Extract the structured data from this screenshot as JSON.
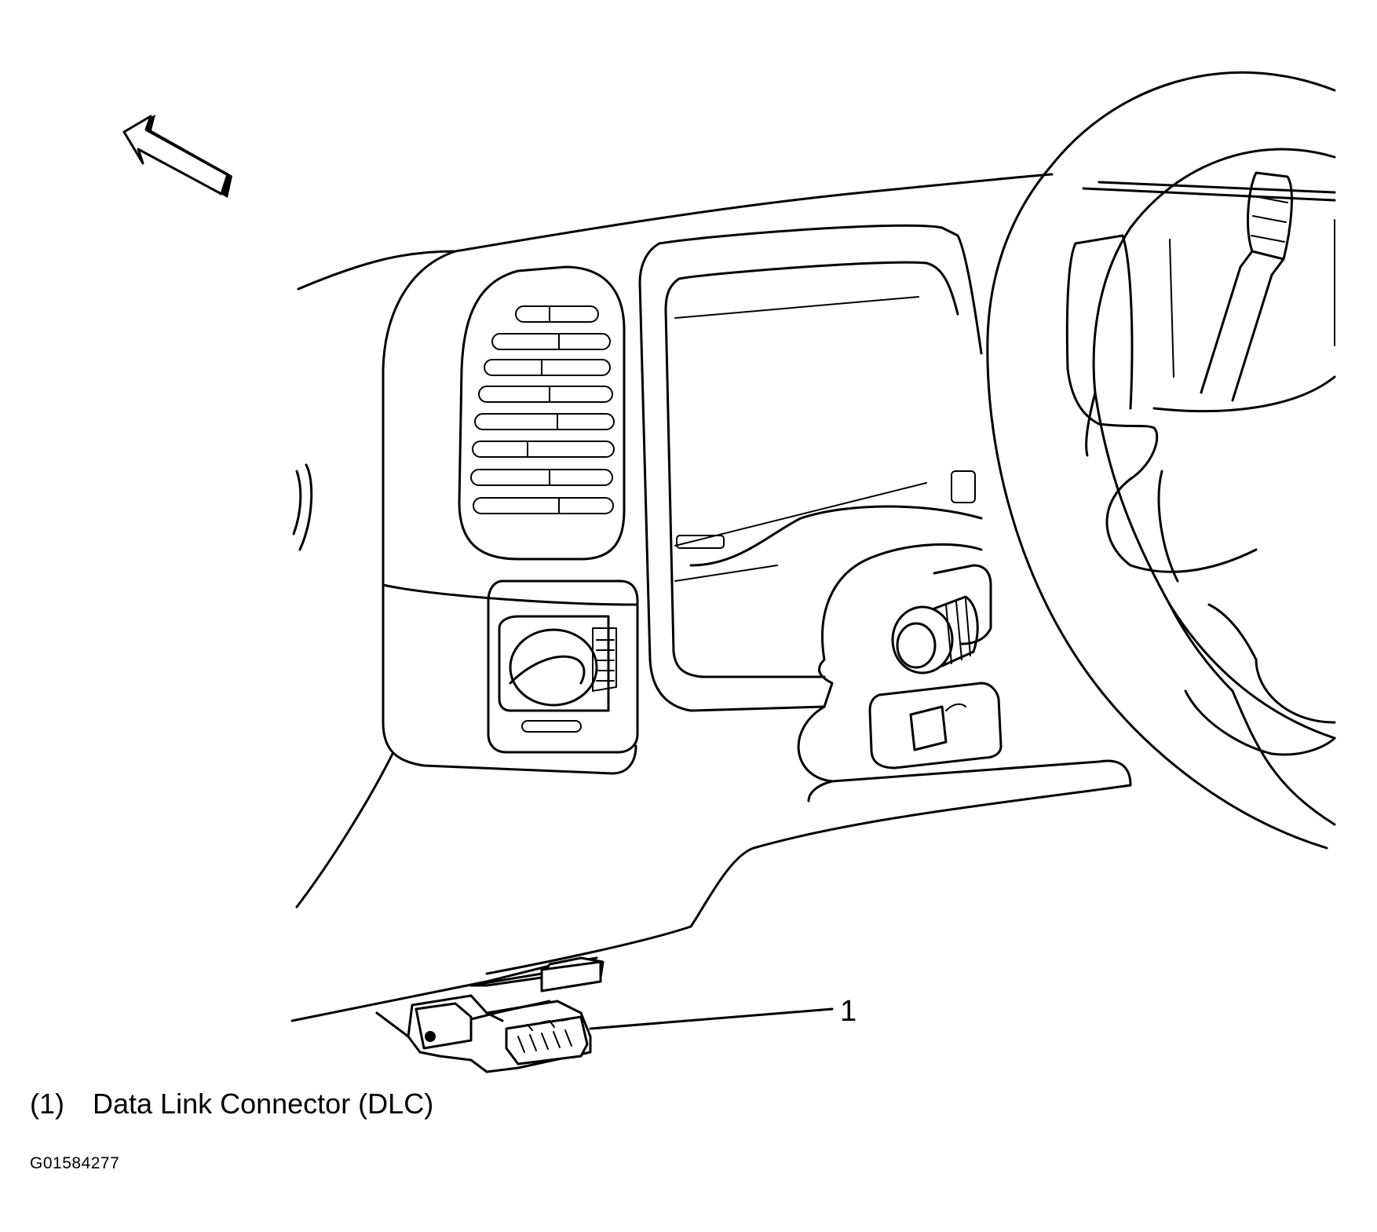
{
  "callouts": [
    {
      "number": "1",
      "label": "Data Link Connector (DLC)"
    }
  ],
  "legend": [
    {
      "number": "(1)",
      "text": "Data Link Connector (DLC)"
    }
  ],
  "figure_id": "G01584277",
  "icons": [
    "direction-arrow-icon"
  ]
}
